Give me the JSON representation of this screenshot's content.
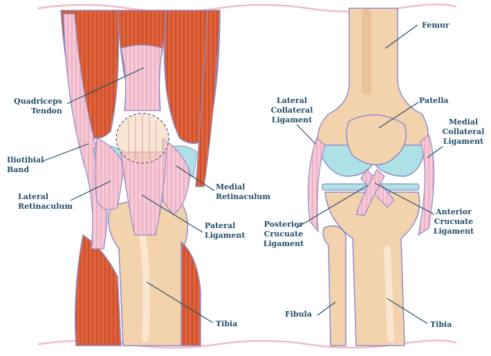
{
  "colors": {
    "muscle": "#e0613a",
    "muscle_dark": "#b8431f",
    "ligament": "#f7c9d6",
    "ligament_line": "#8e8cc8",
    "bone": "#f3d2ae",
    "bone_light": "#fbe6cf",
    "bone_shaft": "#e9c29a",
    "cartilage": "#aee1e6",
    "wave": "#f3b8c8",
    "label": "#1f4e68"
  },
  "labels": {
    "quadriceps_tendon": "Quadriceps\nTendon",
    "iliotibial_band": "Iliotibial\nBand",
    "lateral_retinaculum": "Lateral\nRetinaculum",
    "medial_retinaculum": "Medial\nRetinaculum",
    "pateral_ligament": "Pateral\nLigament",
    "tibia_left": "Tibia",
    "femur": "Femur",
    "patella": "Patella",
    "lateral_collateral_ligament": "Lateral\nCollateral\nLigament",
    "medial_collateral_ligament": "Medial\nCollateral\nLigament",
    "posterior_cruciate_ligament": "Posterior\nCrucuate\nLigament",
    "anterior_cruciate_ligament": "Anterior\nCrucuate\nLigament",
    "fibula": "Fibula",
    "tibia_right": "Tibia"
  }
}
